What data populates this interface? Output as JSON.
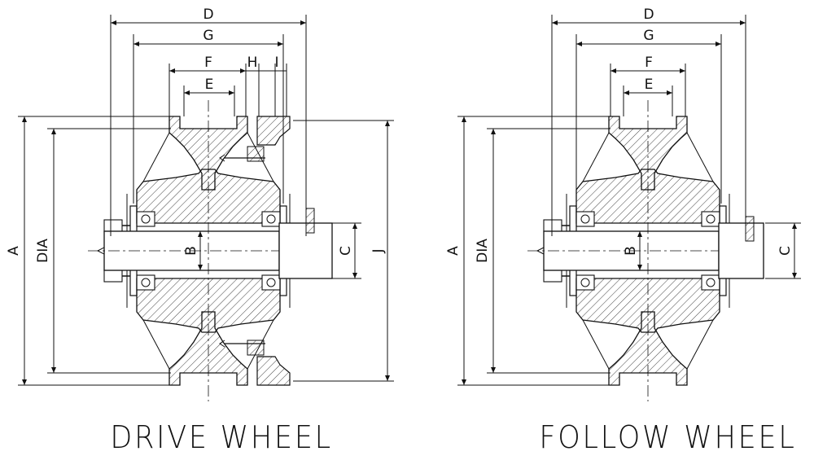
{
  "drawings": [
    {
      "id": "drive",
      "title": "DRIVE WHEEL",
      "labels": {
        "D": "D",
        "G": "G",
        "F": "F",
        "E": "E",
        "H": "H",
        "I": "I",
        "A": "A",
        "DIA": "DIA",
        "B": "B",
        "C": "C",
        "J": "J"
      }
    },
    {
      "id": "follow",
      "title": "FOLLOW WHEEL",
      "labels": {
        "D": "D",
        "G": "G",
        "F": "F",
        "E": "E",
        "A": "A",
        "DIA": "DIA",
        "B": "B",
        "C": "C"
      }
    }
  ],
  "colors": {
    "line": "#111111",
    "background": "#ffffff"
  }
}
